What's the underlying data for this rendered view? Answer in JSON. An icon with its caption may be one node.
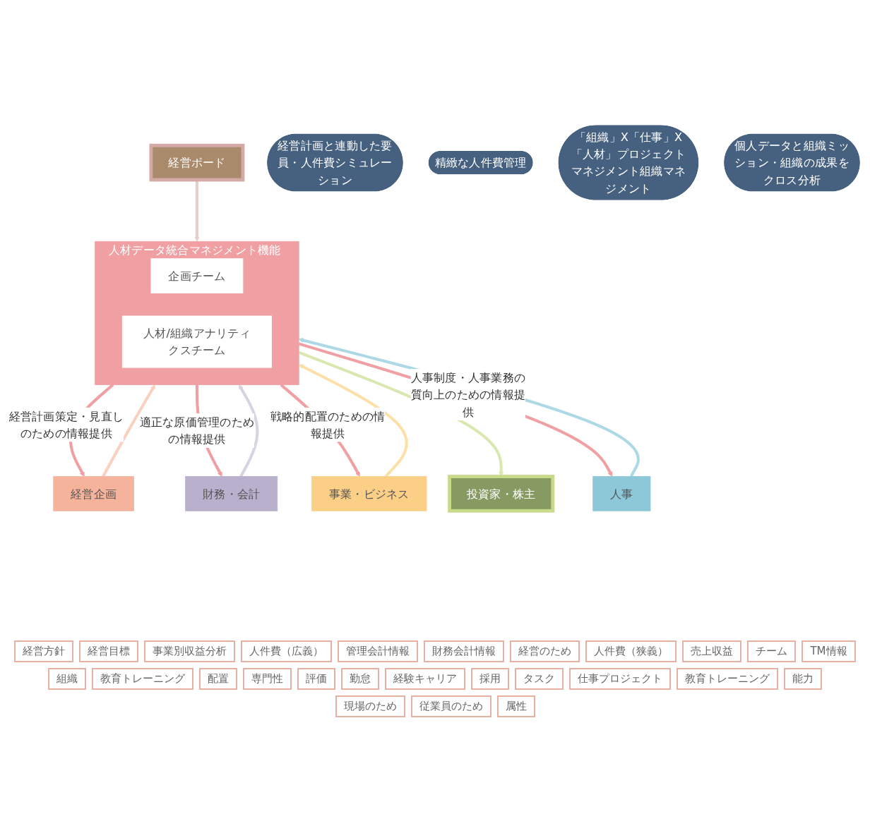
{
  "diagram": {
    "nodes": [
      {
        "text": [
          "経営企画"
        ]
      },
      {
        "text": [
          "経営ボード"
        ]
      },
      {
        "text": [
          "財務・会計"
        ]
      },
      {
        "text": [
          "人材データ統合マネジメント機能"
        ]
      },
      {
        "text": [
          "企画チーム"
        ],
        "in": 3
      },
      {
        "text": [
          "人材/組織アナリティクスチーム"
        ],
        "in": 3
      },
      {
        "text": [
          "事業・ビジネス"
        ]
      },
      {
        "text": [
          "投資家・株主"
        ]
      },
      {
        "text": [
          "人事"
        ]
      },
      {
        "text": [
          "経営計画と連動した要員・人件費シミュレーション"
        ]
      },
      {
        "text": [
          "精緻な人件費管理"
        ]
      },
      {
        "text": [
          "「組織」X「仕事」X「人材」プロジェクトマネジメント組織マネジメント"
        ]
      },
      {
        "text": [
          "個人データと組織ミッション・組織の成果をクロス分析"
        ]
      }
    ],
    "edges": [
      {
        "from": 0,
        "to": 3,
        "arrow": "to",
        "color": "#fcd0c0"
      },
      {
        "from": 3,
        "to": 0,
        "arrow": "to",
        "label": "経営計画策定・見直しのための情報提供"
      },
      {
        "from": 1,
        "to": 3,
        "arrow": "to",
        "color": "#e3cfcc"
      },
      {
        "from": 3,
        "to": 2,
        "arrow": "to",
        "label": "適正な原価管理のための情報提供"
      },
      {
        "from": 2,
        "to": 3,
        "arrow": "to",
        "color": "#d8d3e3"
      },
      {
        "from": 6,
        "to": 3,
        "arrow": "to",
        "color": "#fde0a8"
      },
      {
        "from": 3,
        "to": 6,
        "arrow": "to",
        "label": "戦略的配置のための情報提供"
      },
      {
        "from": 3,
        "to": 7,
        "arrow": "to",
        "color": "#d8e8b0"
      },
      {
        "from": 3,
        "to": 8,
        "arrow": "to",
        "label": "人事制度・人事業務の質向上のための情報提供"
      },
      {
        "from": 8,
        "to": 3,
        "arrow": "to",
        "color": "#add8e6"
      }
    ],
    "labels": [
      "経営方針",
      "経営目標",
      "事業別収益分析",
      "人件費（広義）",
      "管理会計情報",
      "財務会計情報",
      "経営のため",
      "人件費（狭義）",
      "売上収益",
      "チーム",
      "TM情報",
      "組織",
      "教育トレーニング",
      "配置",
      "専門性",
      "評価",
      "勤怠",
      "経験キャリア",
      "採用",
      "タスク",
      "仕事プロジェクト",
      "教育トレーニング",
      "能力",
      "現場のため",
      "従業員のため",
      "属性"
    ]
  }
}
